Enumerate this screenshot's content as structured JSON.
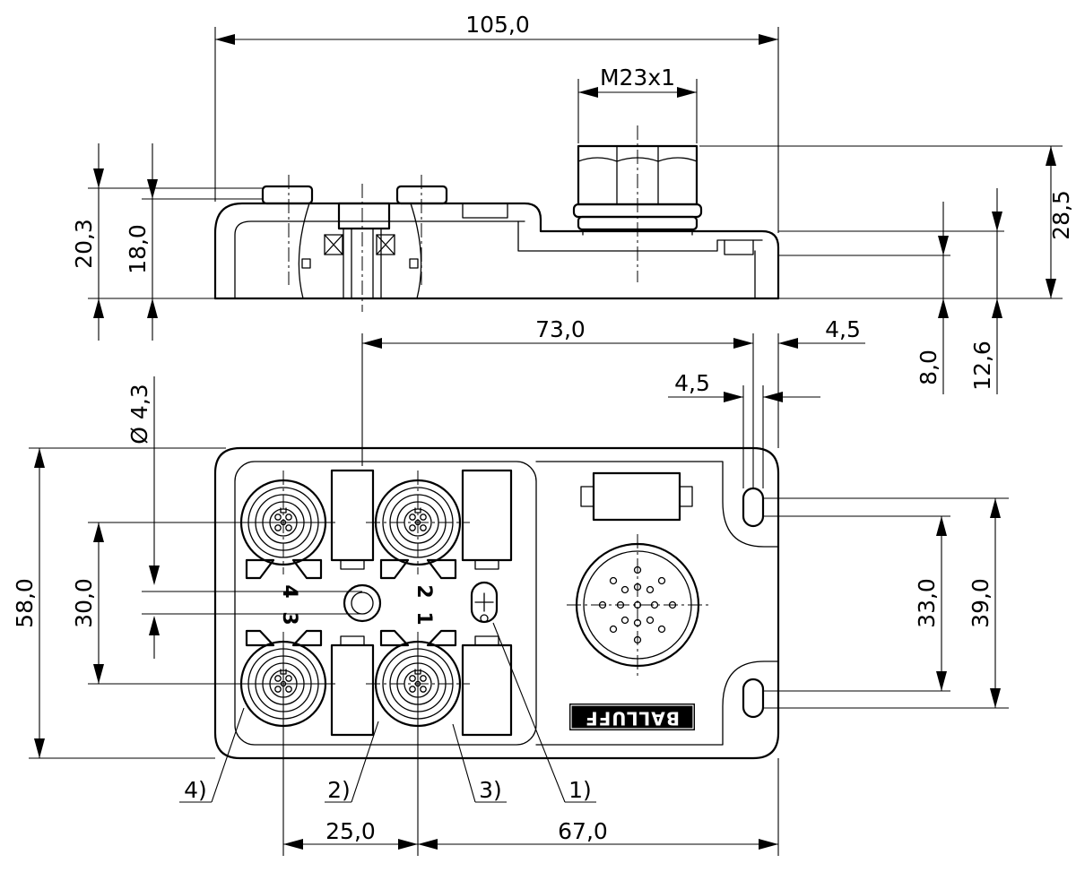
{
  "dimensions": {
    "overall_length": "105,0",
    "thread": "M23x1",
    "side_height_total": "20,3",
    "side_height_body": "18,0",
    "connector_height": "28,5",
    "flange_height": "8,0",
    "flange_total": "12,6",
    "hole_diameter": "Ø 4,3",
    "hole_offset": "73,0",
    "flange_width_top": "4,5",
    "flange_width_inner": "4,5",
    "body_width": "58,0",
    "port_pitch_vertical": "30,0",
    "slot_pitch": "33,0",
    "slot_outer": "39,0",
    "port_pitch_horizontal": "25,0",
    "port_to_end": "67,0"
  },
  "port_numbers": [
    "4",
    "2",
    "3",
    "1"
  ],
  "callouts": [
    "1)",
    "2)",
    "3)",
    "4)"
  ],
  "logo_text": "BALLUFF"
}
